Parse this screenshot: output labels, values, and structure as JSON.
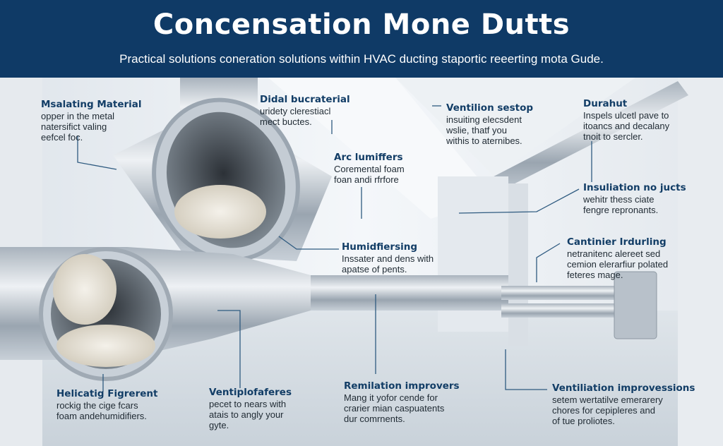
{
  "header": {
    "title": "Concensation Mone Dutts",
    "subtitle": "Practical solutions coneration  solutions within HVAC ducting staportic reeerting mota Gude."
  },
  "colors": {
    "header_bg": "#0f3a66",
    "label_heading": "#123d66",
    "leader_line": "#2f5b80"
  },
  "callouts": [
    {
      "heading": "Msalating Material",
      "lines": [
        "opper in the metal",
        "natersifict valing",
        "eefcel foc."
      ]
    },
    {
      "heading": "Didal bucraterial",
      "lines": [
        "uridety clerestiacl",
        "mect buctes."
      ]
    },
    {
      "heading": "Arc lumiffers",
      "lines": [
        "Coremental foam",
        "foan andi rfrfore"
      ]
    },
    {
      "heading": "Ventilion sestop",
      "lines": [
        "insuiting elecsdent",
        "wslie, thatf you",
        "withis to aternibes."
      ]
    },
    {
      "heading": "Durahut",
      "lines": [
        "Inspels ulcetl pave to",
        "itoancs and decalany",
        "tnoit to sercler."
      ]
    },
    {
      "heading": "Insuliation no jucts",
      "lines": [
        "wehitr thess ciate",
        "fengre repronants."
      ]
    },
    {
      "heading": "Cantinier Irdurling",
      "lines": [
        "netranitenc alereet sed",
        "cemion elerarfiur polated",
        "feteres mage."
      ]
    },
    {
      "heading": "Humidfiersing",
      "lines": [
        "Inssater and dens with",
        "apatse of pents."
      ]
    },
    {
      "heading": "Helicatig Figrerent",
      "lines": [
        "rockig the cige fcars",
        "foam andehumidifiers."
      ]
    },
    {
      "heading": "Ventiplofaferes",
      "lines": [
        "pecet to nears with",
        "atais to angly your",
        "gyte."
      ]
    },
    {
      "heading": "Remilation improvers",
      "lines": [
        "Mang it yofor cende for",
        "crarier mian caspuatents",
        "dur comrnents."
      ]
    },
    {
      "heading": "Ventiliation improvessions",
      "lines": [
        "setem wertatilve emerarery",
        "chores for cepipleres and",
        "of tue proliotes."
      ]
    }
  ]
}
